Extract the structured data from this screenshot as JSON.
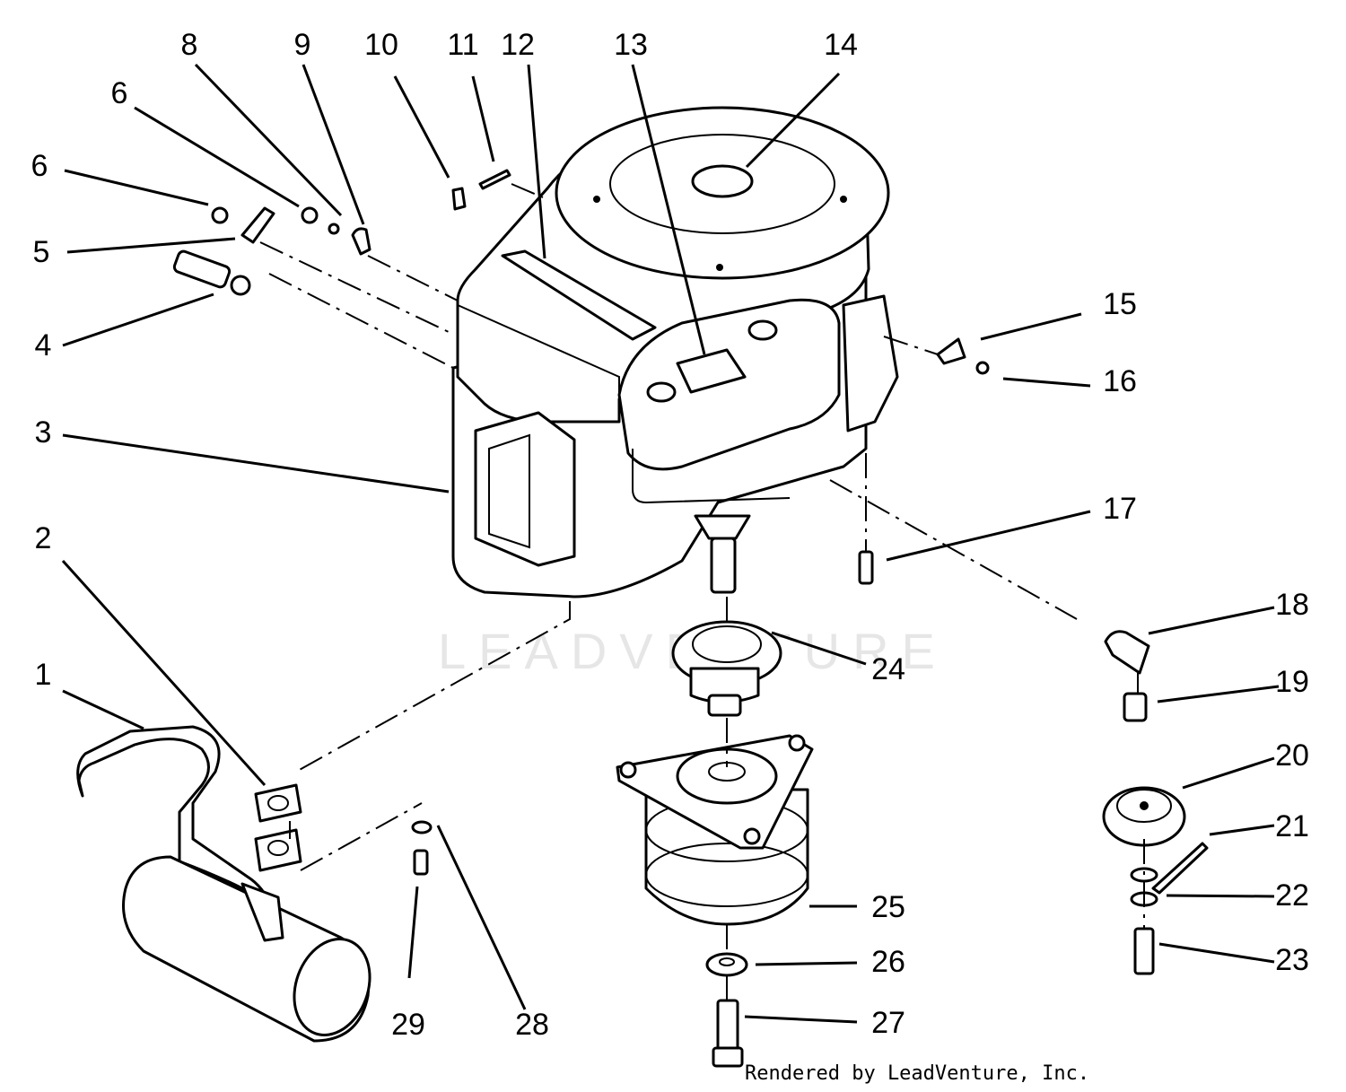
{
  "watermark": "LEADVENTURE",
  "credit": "Rendered by LeadVenture, Inc.",
  "callouts": [
    "1",
    "2",
    "3",
    "4",
    "5",
    "6",
    "6",
    "8",
    "9",
    "10",
    "11",
    "12",
    "13",
    "14",
    "15",
    "16",
    "17",
    "18",
    "19",
    "20",
    "21",
    "22",
    "23",
    "24",
    "25",
    "26",
    "27",
    "28",
    "29"
  ]
}
